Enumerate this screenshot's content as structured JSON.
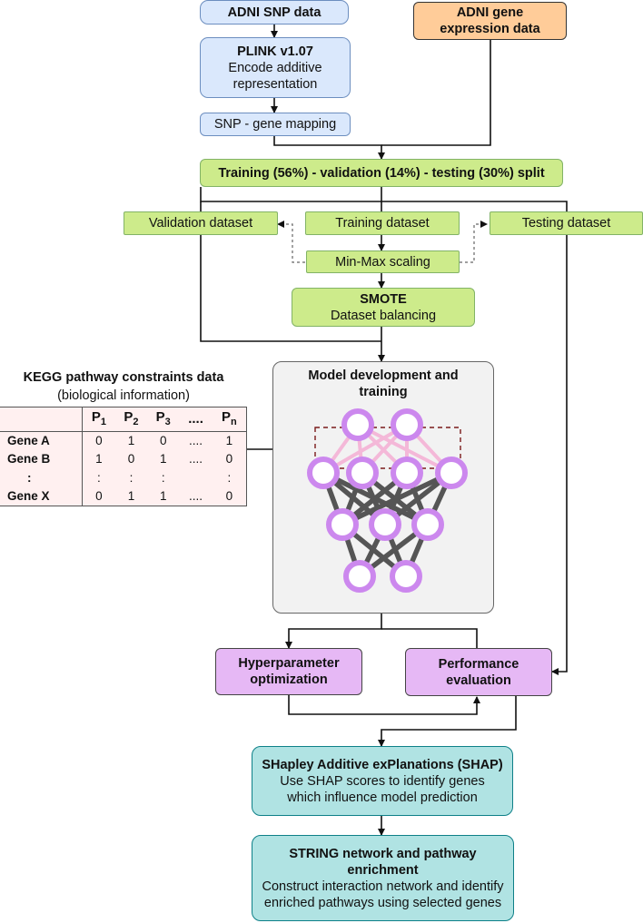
{
  "nodes": {
    "snp": "ADNI SNP data",
    "gene_expr": "ADNI gene expression data",
    "plink_title": "PLINK v1.07",
    "plink_desc": "Encode additive representation",
    "mapping": "SNP - gene mapping",
    "split": "Training (56%) - validation (14%) - testing (30%) split",
    "validation": "Validation dataset",
    "training": "Training dataset",
    "testing": "Testing dataset",
    "minmax": "Min-Max scaling",
    "smote_title": "SMOTE",
    "smote_desc": "Dataset balancing",
    "model_title": "Model development and training",
    "hyper": "Hyperparameter optimization",
    "perf": "Performance evaluation",
    "shap_title": "SHapley Additive exPlanations (SHAP)",
    "shap_desc": "Use SHAP scores to identify genes which influence model prediction",
    "string_title": "STRING network and pathway enrichment",
    "string_desc": "Construct interaction network and identify enriched pathways using selected genes"
  },
  "kegg": {
    "title": "KEGG pathway constraints data",
    "subtitle": "(biological information)",
    "columns": [
      "P1",
      "P2",
      "P3",
      "....",
      "Pn"
    ],
    "rows": [
      {
        "label": "Gene A",
        "values": [
          "0",
          "1",
          "0",
          "....",
          "1"
        ]
      },
      {
        "label": "Gene B",
        "values": [
          "1",
          "0",
          "1",
          "....",
          "0"
        ]
      },
      {
        "label": ":",
        "values": [
          ":",
          ":",
          ":",
          "",
          ":"
        ]
      },
      {
        "label": "Gene X",
        "values": [
          "0",
          "1",
          "1",
          "....",
          "0"
        ]
      }
    ]
  },
  "colors": {
    "blue": "#dae8fc",
    "orange": "#ffcc99",
    "green": "#cdeb8b",
    "purple": "#e6b8f5",
    "teal": "#b0e3e3",
    "neuron": "#cc88ee",
    "edge": "#555555",
    "pathway_box": "#7a1a1a",
    "pathway_edge": "#f4b8d8"
  }
}
